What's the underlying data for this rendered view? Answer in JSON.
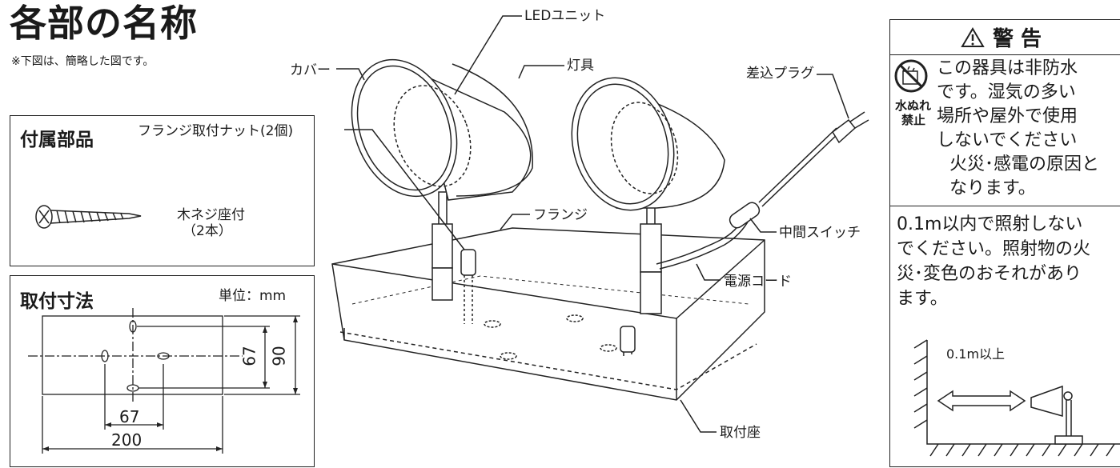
{
  "page": {
    "title": "各部の名称",
    "note": "※下図は、簡略した図です。"
  },
  "callouts": {
    "cover": "カバー",
    "led_unit": "LEDユニット",
    "fixture": "灯具",
    "flange_nut": "フランジ取付ナット(2個)",
    "flange": "フランジ",
    "plug": "差込プラグ",
    "switch": "中間スイッチ",
    "cord": "電源コード",
    "base": "取付座"
  },
  "accessories": {
    "title": "付属部品",
    "item_name": "木ネジ座付",
    "item_qty": "（2本）"
  },
  "dimensions": {
    "title": "取付寸法",
    "unit": "単位：mm",
    "width": "200",
    "hole_pitch_h": "67",
    "hole_pitch_v": "67",
    "height": "90"
  },
  "warning": {
    "header": "警 告",
    "icon_label_1": "水ぬれ",
    "icon_label_2": "禁止",
    "lines": [
      "この器具は非防水",
      "です。湿気の多い",
      "場所や屋外で使用",
      "しないでください",
      "火災･感電の原因と",
      "なります。"
    ],
    "caution_lines": [
      "0.1m以内で照射しない",
      "でください。照射物の火",
      "災･変色のおそれがあり",
      "ます。"
    ],
    "distance_label": "0.1m以上"
  }
}
